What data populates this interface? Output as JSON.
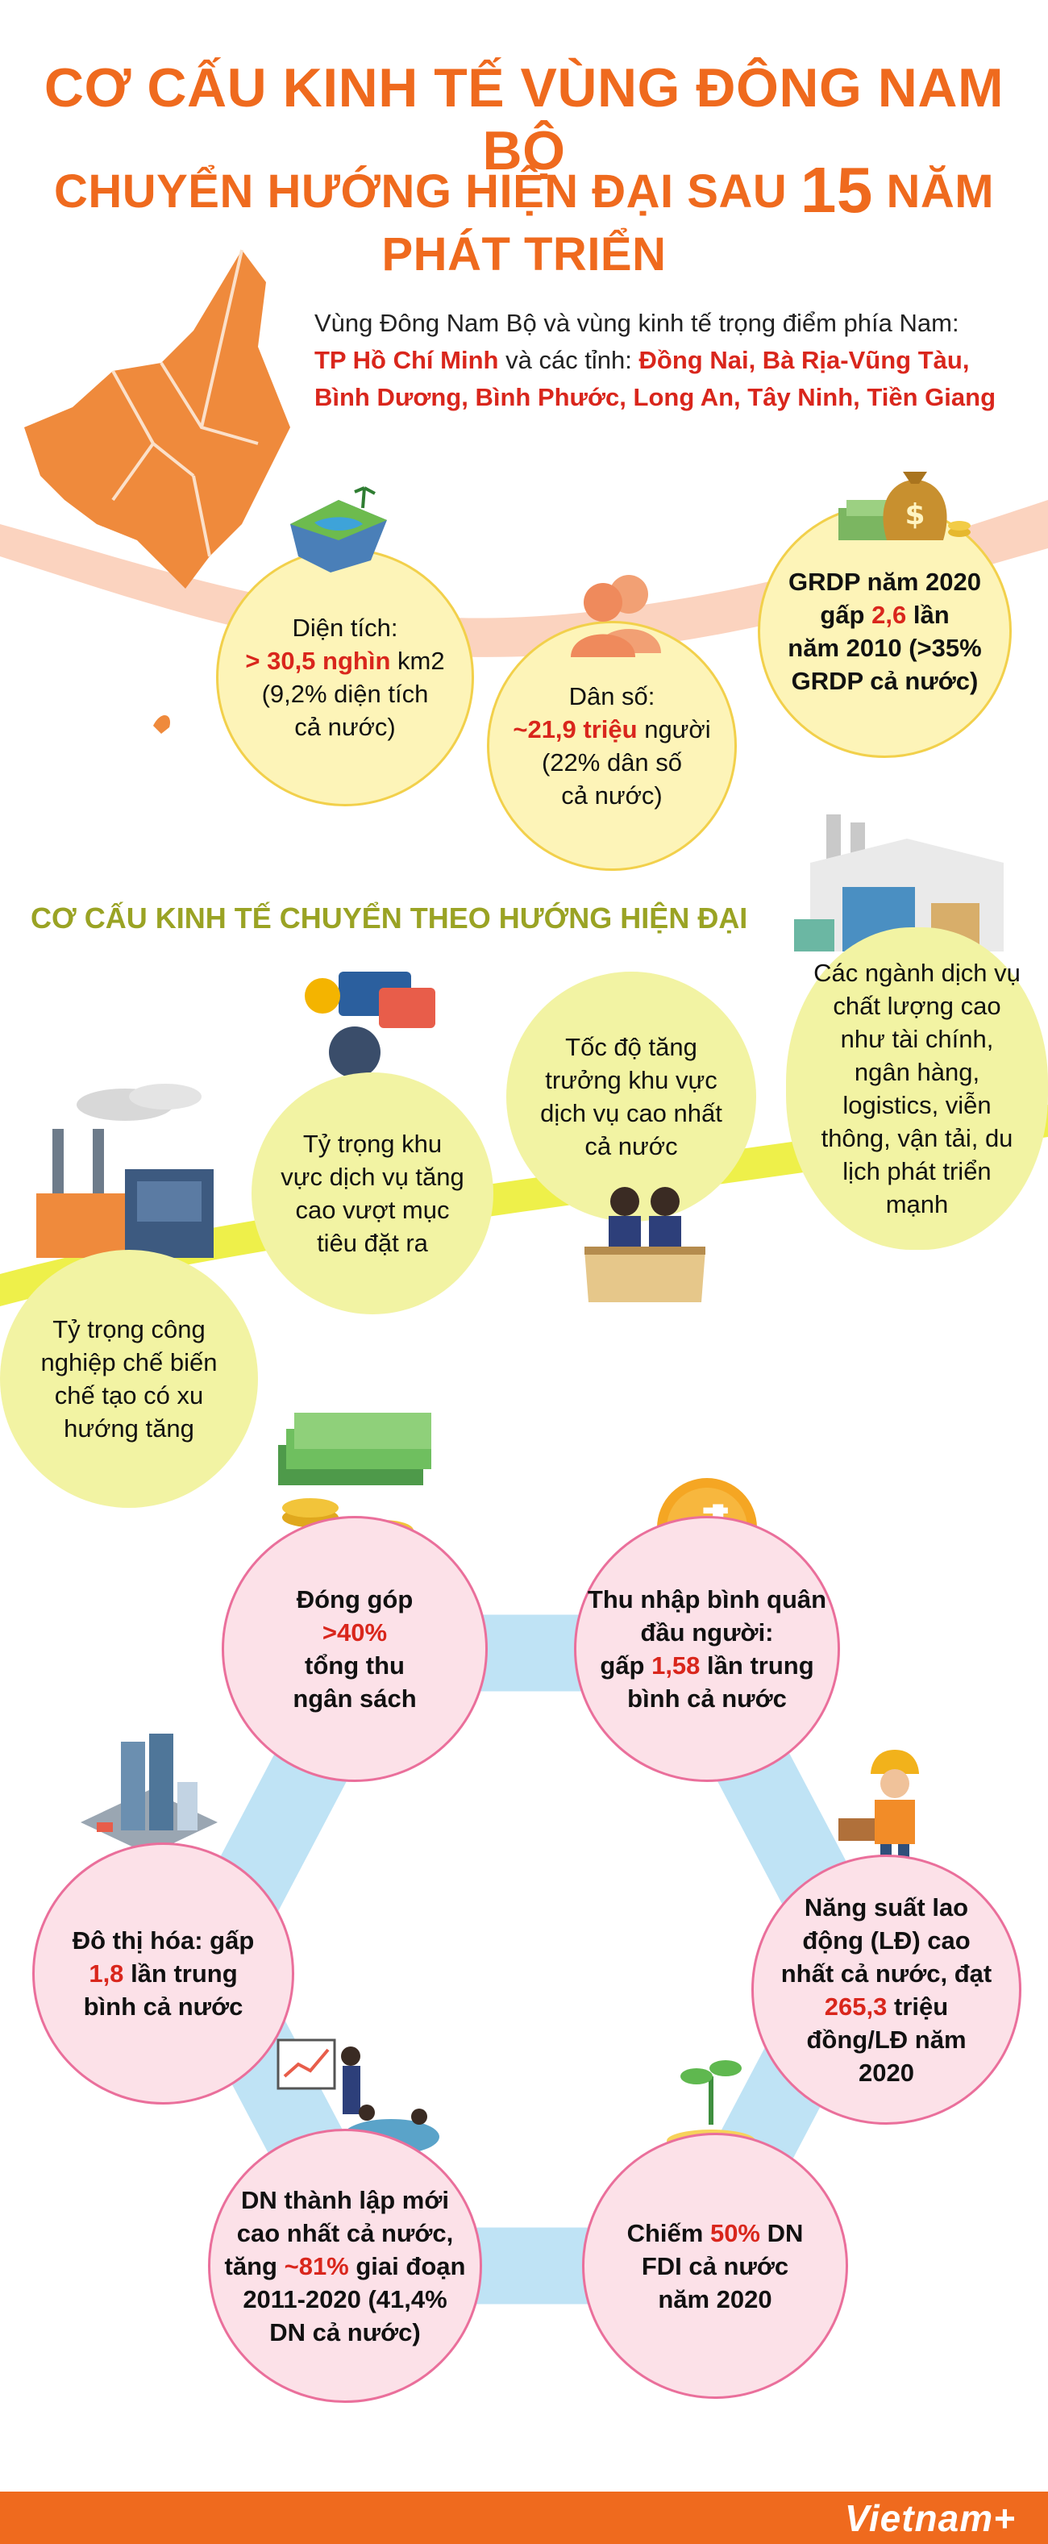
{
  "header": {
    "title_line1": "CƠ CẤU KINH TẾ VÙNG ĐÔNG NAM BỘ",
    "title_line2_a": "CHUYỂN HƯỚNG HIỆN ĐẠI SAU",
    "title_line2_num": "15",
    "title_line2_b": "NĂM PHÁT TRIỂN"
  },
  "intro": {
    "text_a": "Vùng Đông Nam Bộ và vùng kinh tế trọng điểm phía Nam:",
    "city": "TP Hồ Chí Minh",
    "text_b": "và các tỉnh:",
    "provinces": "Đồng Nai, Bà Rịa-Vũng Tàu, Bình Dương, Bình Phước, Long An, Tây Ninh, Tiền Giang"
  },
  "stats": {
    "area": {
      "label": "Diện tích:",
      "value": "> 30,5 nghìn",
      "unit": "km2",
      "note": "(9,2% diện tích cả nước)"
    },
    "population": {
      "label": "Dân số:",
      "value": "~21,9 triệu",
      "unit": "người",
      "note": "(22% dân số cả nước)"
    },
    "grdp": {
      "line1": "GRDP năm 2020",
      "line2_a": "gấp",
      "value": "2,6",
      "line2_b": "lần",
      "note": "năm 2010 (>35% GRDP cả nước)"
    }
  },
  "section": {
    "title": "CƠ CẤU KINH TẾ CHUYỂN THEO HƯỚNG HIỆN ĐẠI"
  },
  "modern": {
    "industry": "Tỷ trọng công nghiệp chế biến chế tạo có xu hướng tăng",
    "services_share": "Tỷ trọng khu vực dịch vụ tăng cao vượt mục tiêu đặt ra",
    "growth": "Tốc độ tăng trưởng khu vực dịch vụ cao nhất cả nước",
    "sectors": "Các ngành dịch vụ chất lượng cao như tài chính, ngân hàng, logistics, viễn thông, vận tải, du lịch phát triển mạnh"
  },
  "hexagon": {
    "budget": {
      "a": "Đóng góp",
      "value": ">40%",
      "b": "tổng thu ngân sách"
    },
    "income": {
      "a": "Thu nhập bình quân đầu người:",
      "b": "gấp",
      "value": "1,58",
      "c": "lần trung bình cả nước"
    },
    "productivity": {
      "a": "Năng suất lao động (LĐ) cao nhất cả nước, đạt",
      "value": "265,3",
      "b": "triệu đồng/LĐ năm 2020"
    },
    "fdi": {
      "a": "Chiếm",
      "value": "50%",
      "b": "DN FDI cả nước năm 2020"
    },
    "enterprises": {
      "a": "DN thành lập mới cao nhất cả nước, tăng",
      "value": "~81%",
      "b": "giai đoạn 2011-2020 (41,4% DN cả nước)"
    },
    "urban": {
      "a": "Đô thị hóa: gấp",
      "value": "1,8",
      "b": "lần trung bình cả nước"
    }
  },
  "footer": {
    "logo": "Vietnam+"
  },
  "colors": {
    "orange": "#ef6a1e",
    "red": "#d9261c",
    "yellow": "#fdf4b8",
    "lime": "#f2f3a3",
    "pink": "#fce1e8",
    "blue": "#bfe3f5"
  }
}
